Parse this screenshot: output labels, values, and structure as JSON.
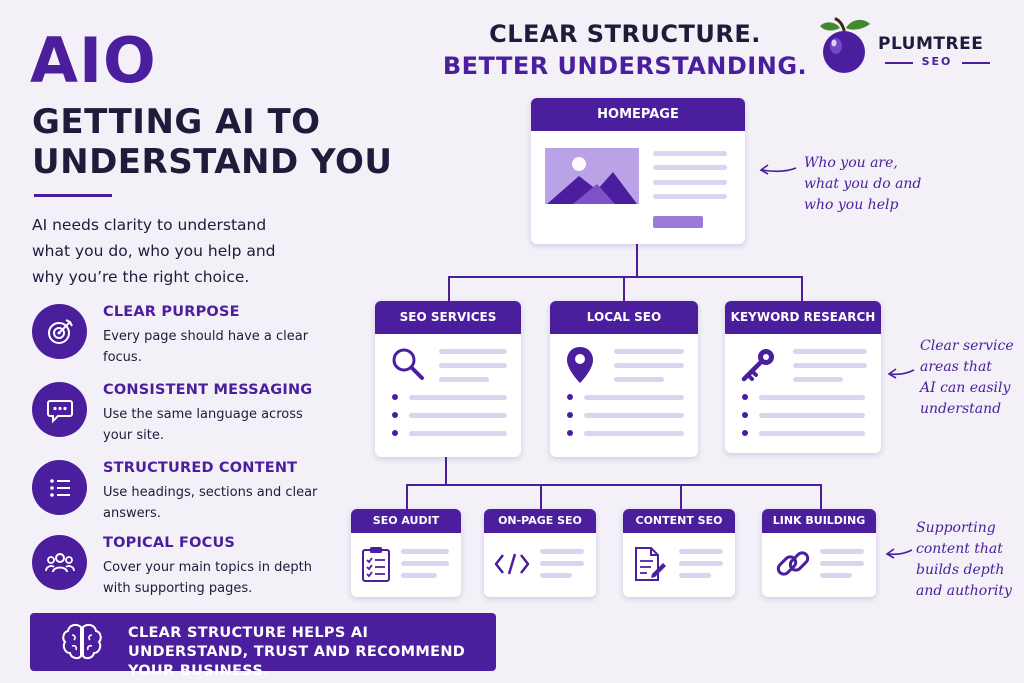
{
  "left": {
    "title": "AIO",
    "subtitle": "GETTING AI TO UNDERSTAND YOU",
    "intro": "AI needs clarity to understand what you do, who you help and why you’re the right choice.",
    "features": [
      {
        "title": "CLEAR PURPOSE",
        "desc": "Every page should have a clear focus.",
        "icon": "target-icon"
      },
      {
        "title": "CONSISTENT MESSAGING",
        "desc": "Use the same language across your site.",
        "icon": "chat-bubble-icon"
      },
      {
        "title": "STRUCTURED CONTENT",
        "desc": "Use headings, sections and clear answers.",
        "icon": "list-icon"
      },
      {
        "title": "TOPICAL FOCUS",
        "desc": "Cover your main topics in depth with supporting pages.",
        "icon": "people-group-icon"
      }
    ],
    "banner": "CLEAR STRUCTURE HELPS AI UNDERSTAND, TRUST AND RECOMMEND YOUR BUSINESS.",
    "banner_icon": "brain-icon"
  },
  "header": {
    "line1": "CLEAR STRUCTURE.",
    "line2": "BETTER UNDERSTANDING."
  },
  "logo": {
    "name": "PLUMTREE",
    "sub": "SEO",
    "icon": "plum-icon"
  },
  "diagram": {
    "homepage": {
      "label": "HOMEPAGE",
      "icon": "image-placeholder-icon"
    },
    "services": [
      {
        "label": "SEO SERVICES",
        "icon": "magnifier-icon"
      },
      {
        "label": "LOCAL SEO",
        "icon": "map-pin-icon"
      },
      {
        "label": "KEYWORD RESEARCH",
        "icon": "key-icon"
      }
    ],
    "supporting": [
      {
        "label": "SEO AUDIT",
        "icon": "clipboard-checklist-icon"
      },
      {
        "label": "ON-PAGE SEO",
        "icon": "code-icon"
      },
      {
        "label": "CONTENT SEO",
        "icon": "document-pen-icon"
      },
      {
        "label": "LINK BUILDING",
        "icon": "chain-link-icon"
      }
    ],
    "notes": {
      "homepage": [
        "Who you are,",
        "what you do and",
        "who you help"
      ],
      "services": [
        "Clear service",
        "areas that",
        "AI can easily",
        "understand"
      ],
      "supporting": [
        "Supporting",
        "content that",
        "builds depth",
        "and authority"
      ]
    }
  },
  "colors": {
    "primary": "#4b1e9e",
    "accent": "#9b7ad8",
    "background": "#f3f0f8",
    "text": "#1f1b3a"
  }
}
